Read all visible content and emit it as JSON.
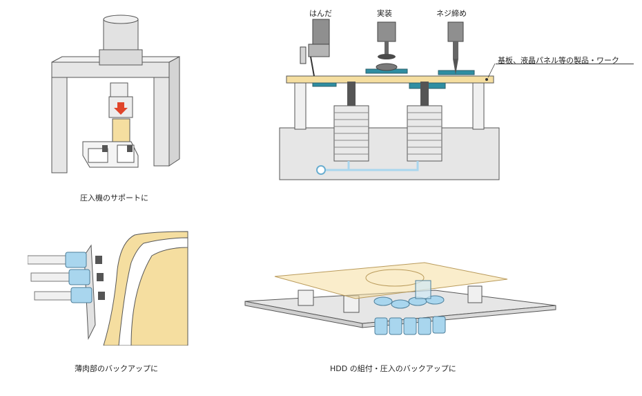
{
  "captions": {
    "press_support": "圧入機のサポートに",
    "thin_wall_backup": "薄肉部のバックアップに",
    "hdd_backup": "HDD の組付・圧入のバックアップに"
  },
  "tools": {
    "solder": "はんだ",
    "mount": "実装",
    "screw": "ネジ締め"
  },
  "workpiece_label": "基板、液晶パネル等の製品・ワーク",
  "colors": {
    "frame_gray": "#e6e6e6",
    "line": "#555555",
    "board_yellow": "#f5dea0",
    "part_blue": "#a9d6ee",
    "pad_teal": "#2f8ea2",
    "arrow_red": "#e0452a"
  }
}
